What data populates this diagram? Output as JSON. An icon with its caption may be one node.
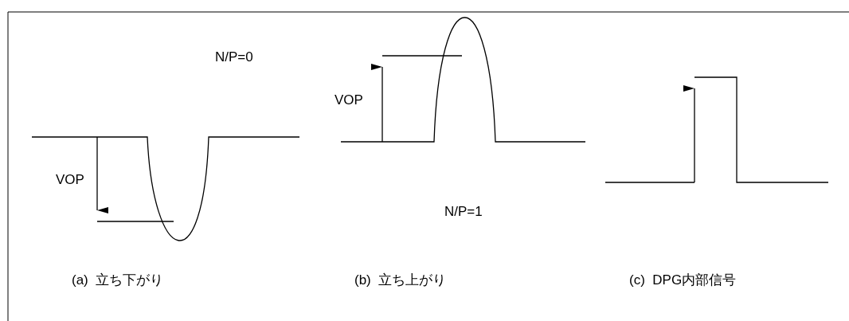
{
  "diagram": {
    "labels": [
      "N/P=0",
      "VOP",
      "VOP",
      "N/P=1",
      "(a)  立ち下がり",
      "(b)  立ち上がり",
      "(c)  DPG内部信号"
    ]
  }
}
